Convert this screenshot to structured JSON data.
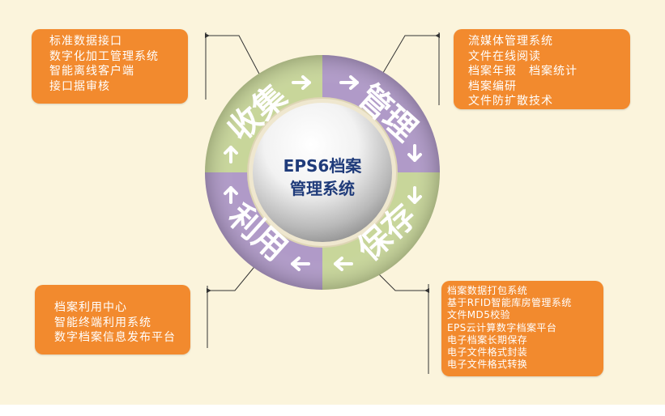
{
  "center": {
    "line1": "EPS6档案",
    "line2": "管理系统"
  },
  "quadrants": {
    "collect": "收集",
    "manage": "管理",
    "preserve": "保存",
    "use": "利用"
  },
  "panels": {
    "collect": [
      "标准数据接口",
      "数字化加工管理系统",
      "智能离线客户端",
      "接口据审核"
    ],
    "manage": [
      "流媒体管理系统",
      "文件在线阅读",
      "档案年报　档案统计",
      "档案编研",
      "文件防扩散技术"
    ],
    "use": [
      "档案利用中心",
      "智能终端利用系统",
      "数字档案信息发布平台"
    ],
    "preserve": [
      "档案数据打包系统",
      "基于RFID智能库房管理系统",
      "文件MD5校验",
      "EPS云计算数字档案平台",
      "电子档案长期保存",
      "电子文件格式封装",
      "电子文件格式转换"
    ]
  },
  "colors": {
    "orange": "#f28a2e",
    "green": "#c8d69a",
    "purple": "#b09ac8",
    "background": "#fbf4dc",
    "center_text": "#1f3b7a"
  }
}
